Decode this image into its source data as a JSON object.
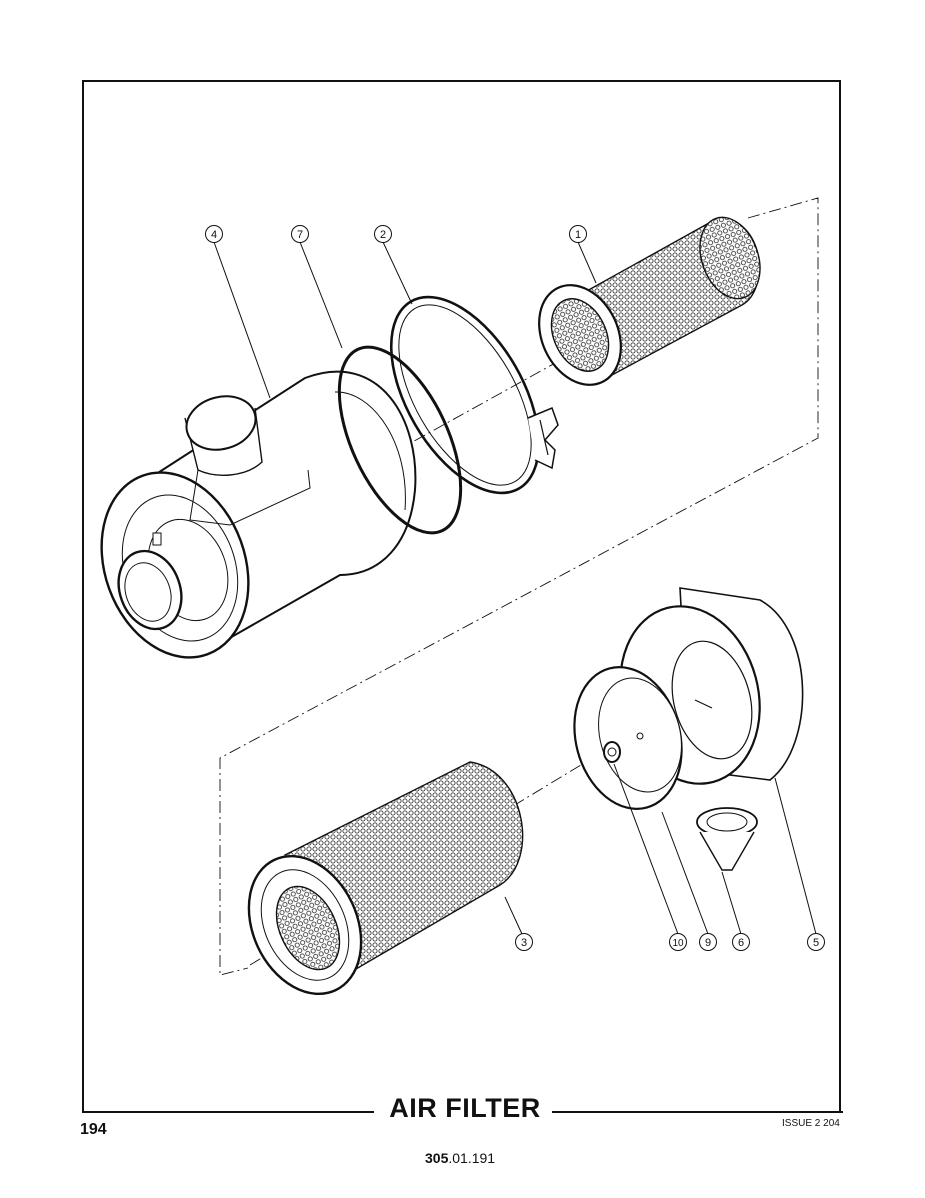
{
  "title": "AIR FILTER",
  "page_number": "194",
  "issue": "ISSUE 2 204",
  "doc_ref": {
    "bold": "305",
    "rest": ".01.191"
  },
  "callouts": [
    "1",
    "2",
    "3",
    "4",
    "5",
    "6",
    "7",
    "9",
    "10"
  ]
}
